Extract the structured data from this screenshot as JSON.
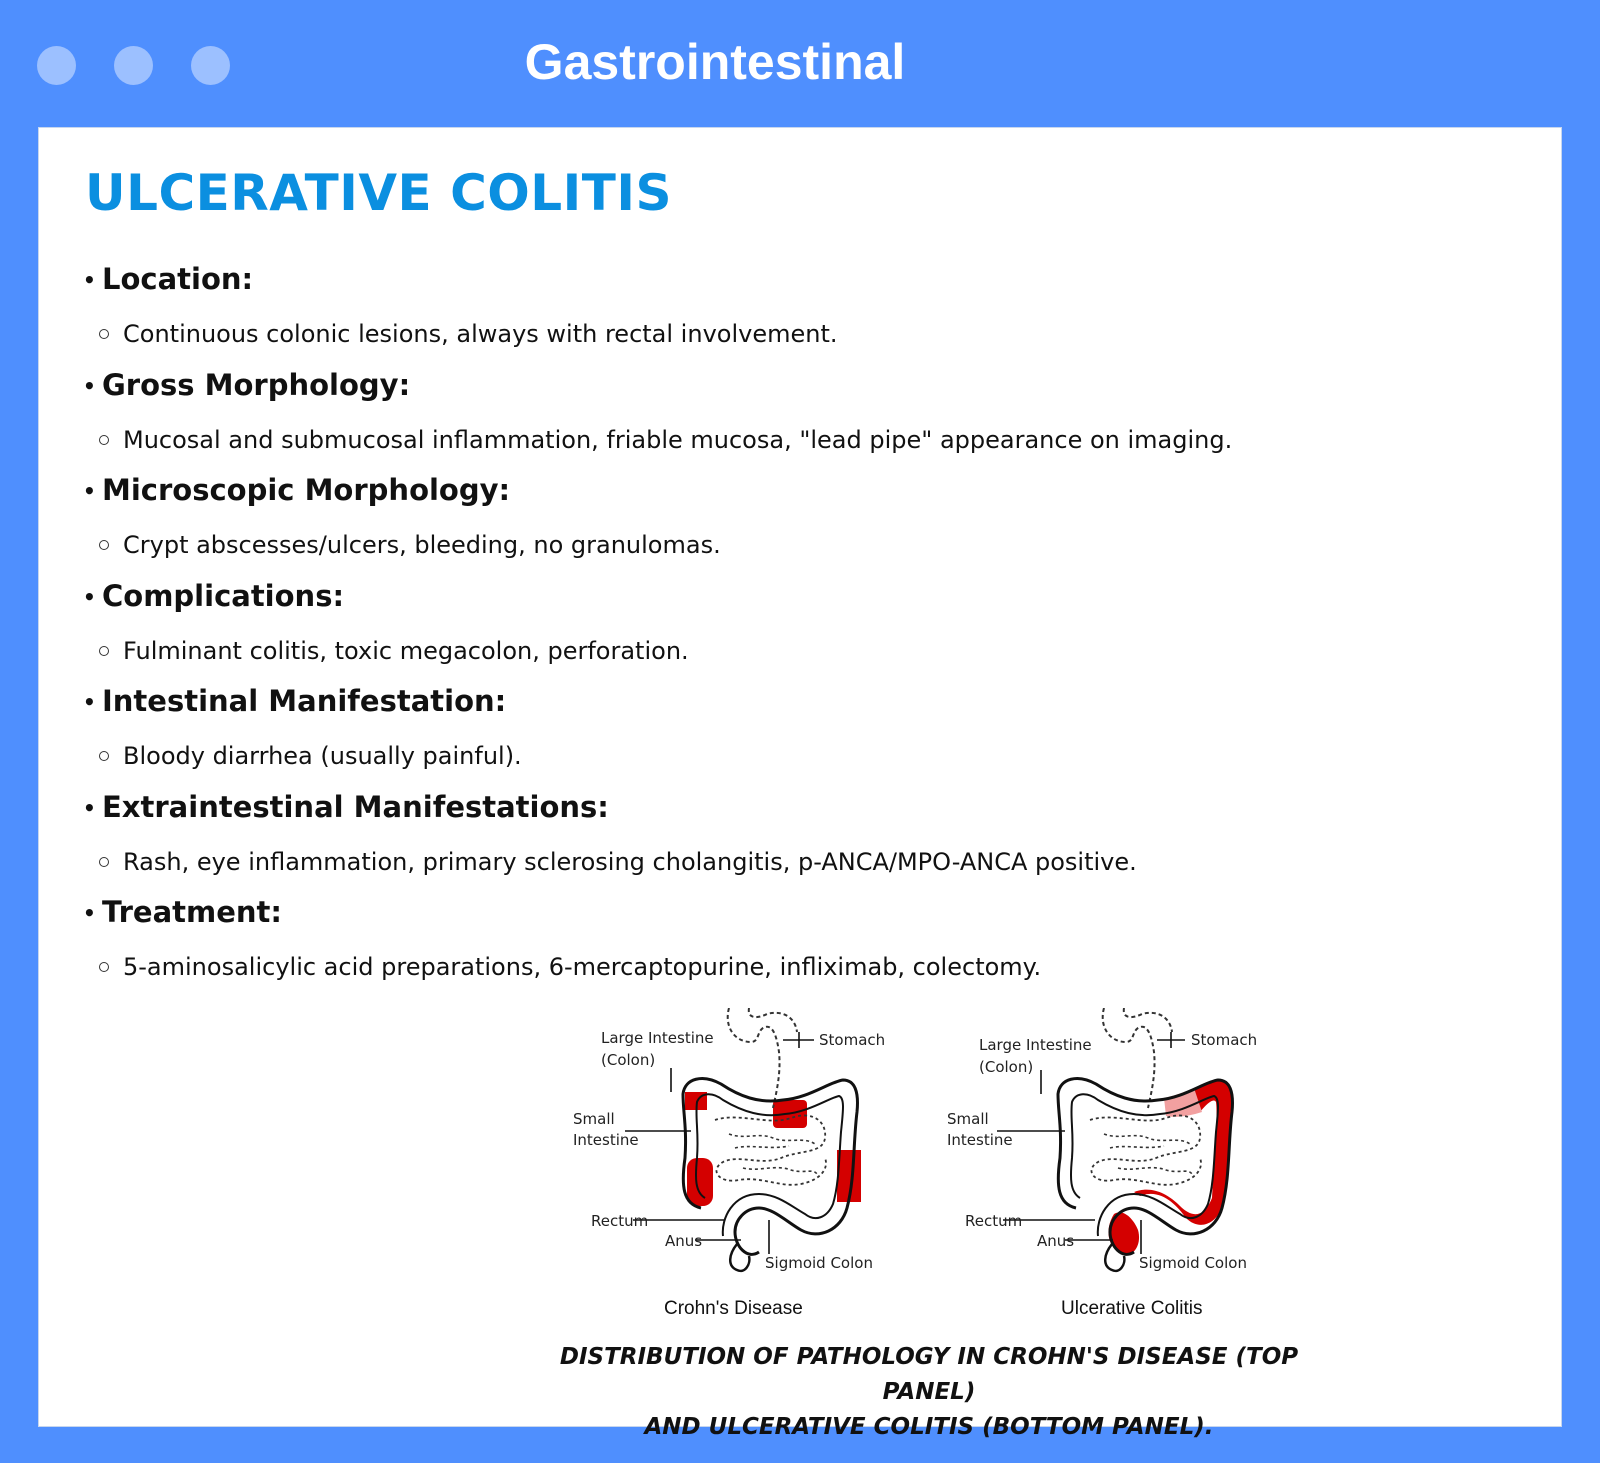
{
  "window": {
    "title": "Gastrointestinal"
  },
  "page": {
    "title": "ULCERATIVE COLITIS"
  },
  "sections": [
    {
      "heading": "Location:",
      "text": "Continuous colonic lesions, always with rectal involvement."
    },
    {
      "heading": "Gross Morphology:",
      "text": "Mucosal and submucosal inflammation, friable mucosa, \"lead pipe\" appearance on imaging."
    },
    {
      "heading": "Microscopic Morphology:",
      "text": "Crypt abscesses/ulcers, bleeding, no granulomas."
    },
    {
      "heading": "Complications:",
      "text": "Fulminant colitis, toxic megacolon, perforation."
    },
    {
      "heading": "Intestinal Manifestation:",
      "text": "Bloody diarrhea (usually painful)."
    },
    {
      "heading": "Extraintestinal Manifestations:",
      "text": "Rash, eye inflammation, primary sclerosing cholangitis, p-ANCA/MPO-ANCA positive."
    },
    {
      "heading": "Treatment:",
      "text": "5-aminosalicylic acid preparations, 6-mercaptopurine, infliximab, colectomy."
    }
  ],
  "figure": {
    "labels": {
      "large_intestine_1": "Large Intestine",
      "large_intestine_2": "(Colon)",
      "small_intestine_1": "Small",
      "small_intestine_2": "Intestine",
      "stomach": "Stomach",
      "rectum": "Rectum",
      "anus": "Anus",
      "sigmoid_colon": "Sigmoid Colon"
    },
    "panel_left": "Crohn's Disease",
    "panel_right": "Ulcerative Colitis",
    "caption_line1": "DISTRIBUTION OF PATHOLOGY IN CROHN'S DISEASE (TOP PANEL)",
    "caption_line2": "AND ULCERATIVE COLITIS (BOTTOM PANEL)."
  },
  "colors": {
    "frame": "#4f8ffe",
    "title_blue": "#0b8fe0",
    "lesion_red": "#d40000"
  }
}
